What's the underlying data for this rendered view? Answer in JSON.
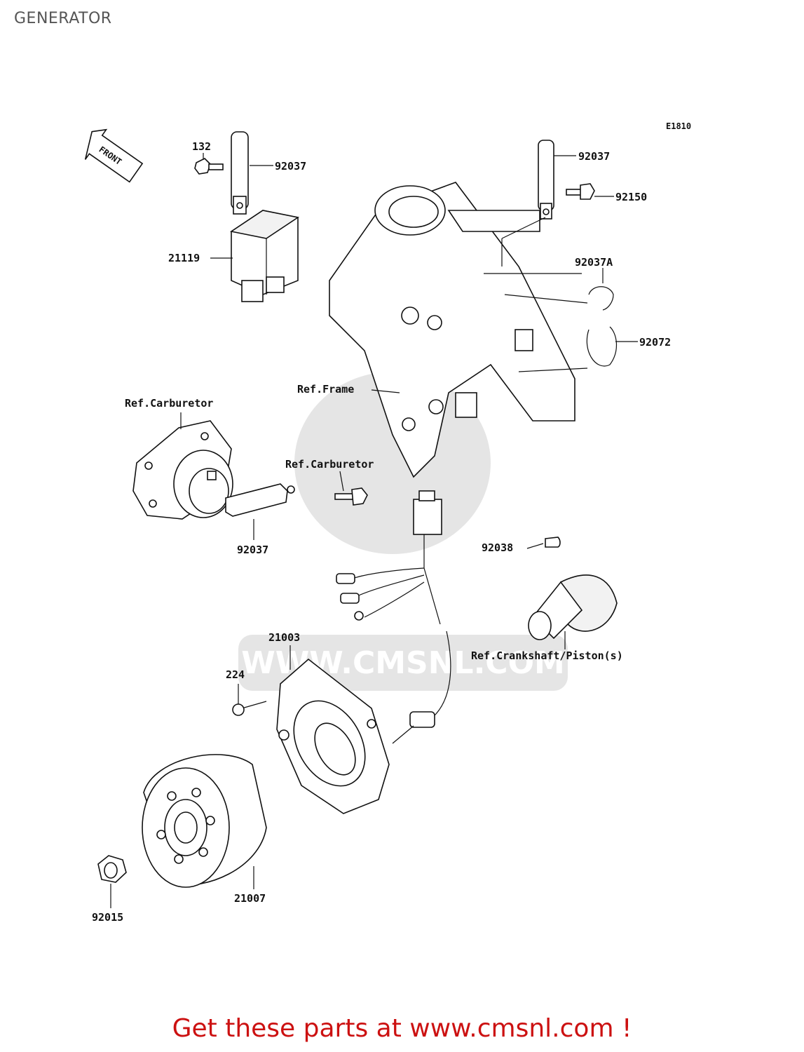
{
  "page": {
    "title": "GENERATOR",
    "diagram_code": "E1810",
    "footer": "Get these parts at www.cmsnl.com !",
    "footer_color": "#cc1111"
  },
  "watermark": {
    "brand": "CMS",
    "url": "WWW.CMSNL.COM"
  },
  "front_arrow": "FRONT",
  "labels": {
    "p132": "132",
    "p92037_top_left": "92037",
    "p21119": "21119",
    "p92037_top_right": "92037",
    "p92150": "92150",
    "p92037A": "92037A",
    "p92072": "92072",
    "ref_frame": "Ref.Frame",
    "ref_carburetor_1": "Ref.Carburetor",
    "ref_carburetor_2": "Ref.Carburetor",
    "p92037_mid": "92037",
    "p92038": "92038",
    "ref_crankshaft": "Ref.Crankshaft/Piston(s)",
    "p21003": "21003",
    "p224": "224",
    "p21007": "21007",
    "p92015": "92015"
  }
}
